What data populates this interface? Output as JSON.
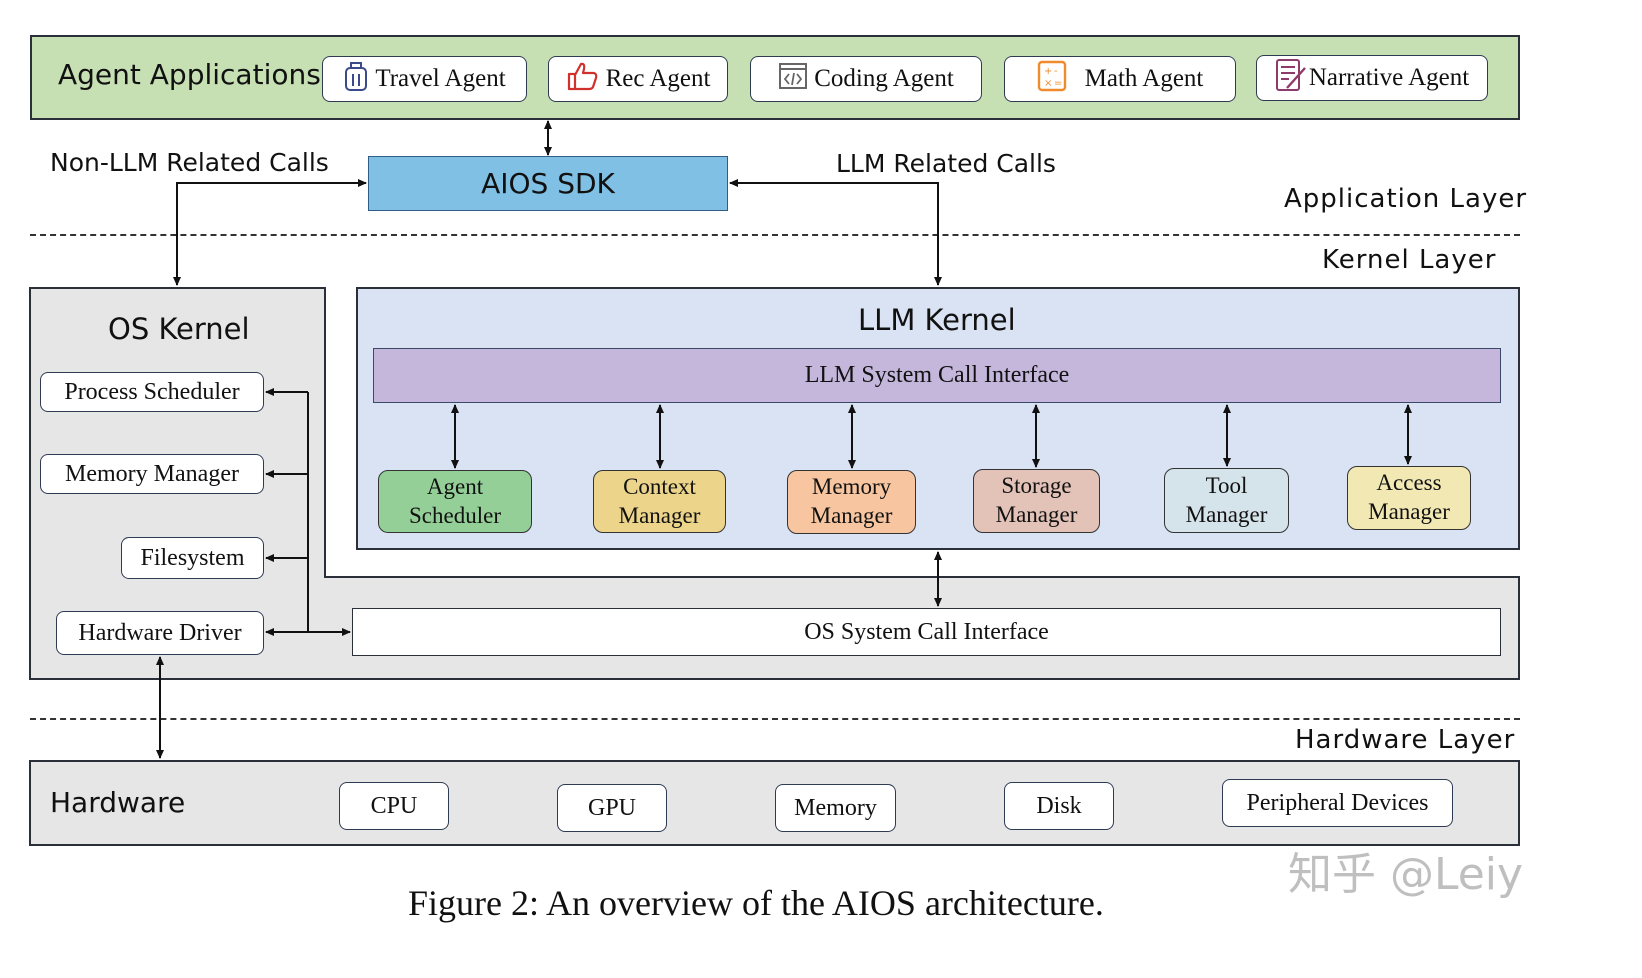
{
  "application_layer": {
    "label": "Application Layer",
    "agent_applications": {
      "title": "Agent Applications",
      "agents": [
        {
          "label": "Travel Agent",
          "icon": "luggage-icon"
        },
        {
          "label": "Rec Agent",
          "icon": "thumbs-up-icon"
        },
        {
          "label": "Coding Agent",
          "icon": "code-window-icon"
        },
        {
          "label": "Math Agent",
          "icon": "calculator-icon"
        },
        {
          "label": "Narrative Agent",
          "icon": "document-pen-icon"
        }
      ]
    },
    "sdk": {
      "label": "AIOS SDK"
    },
    "non_llm_calls": "Non-LLM Related Calls",
    "llm_calls": "LLM Related Calls"
  },
  "kernel_layer": {
    "label": "Kernel Layer",
    "os_kernel": {
      "title": "OS Kernel",
      "components": [
        "Process Scheduler",
        "Memory Manager",
        "Filesystem",
        "Hardware Driver"
      ]
    },
    "llm_kernel": {
      "title": "LLM Kernel",
      "syscall_interface": "LLM System Call Interface",
      "components": [
        {
          "line1": "Agent",
          "line2": "Scheduler",
          "color": "#93cf96"
        },
        {
          "line1": "Context",
          "line2": "Manager",
          "color": "#ecd48a"
        },
        {
          "line1": "Memory",
          "line2": "Manager",
          "color": "#f7c6a0"
        },
        {
          "line1": "Storage",
          "line2": "Manager",
          "color": "#e3c2b8"
        },
        {
          "line1": "Tool",
          "line2": "Manager",
          "color": "#d5e3ea"
        },
        {
          "line1": "Access",
          "line2": "Manager",
          "color": "#f1e8b4"
        }
      ]
    },
    "os_syscall_interface": "OS System Call Interface"
  },
  "hardware_layer": {
    "label": "Hardware Layer",
    "title": "Hardware",
    "devices": [
      "CPU",
      "GPU",
      "Memory",
      "Disk",
      "Peripheral Devices"
    ]
  },
  "caption": "Figure 2: An overview of the AIOS architecture.",
  "watermark": "知乎 @Leiy",
  "colors": {
    "agent_bg": "#c6e0b4",
    "sdk_bg": "#7fc0e4",
    "llm_kernel_bg": "#dae3f3",
    "syscall_bg": "#c5b7dc",
    "os_kernel_bg": "#e6e6e6"
  }
}
